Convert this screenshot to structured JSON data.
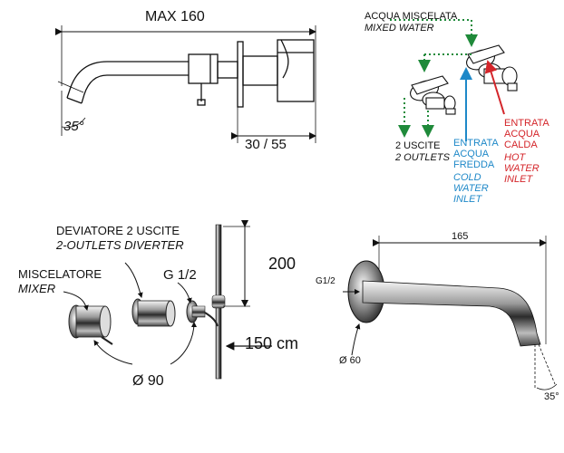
{
  "top_left": {
    "max_dim": "MAX 160",
    "angle": "35°",
    "depth_dim": "30 / 55"
  },
  "top_right": {
    "mixed_water_it": "ACQUA MISCELATA",
    "mixed_water_en": "MIXED WATER",
    "outlets_it": "2 USCITE",
    "outlets_en": "2 OUTLETS",
    "cold_it": [
      "ENTRATA",
      "ACQUA",
      "FREDDA"
    ],
    "cold_en": [
      "COLD",
      "WATER",
      "INLET"
    ],
    "hot_it": [
      "ENTRATA",
      "ACQUA",
      "CALDA"
    ],
    "hot_en": [
      "HOT",
      "WATER",
      "INLET"
    ]
  },
  "bottom_left": {
    "diverter_it": "DEVIATORE 2 USCITE",
    "diverter_en": "2-OUTLETS  DIVERTER",
    "mixer_it": "MISCELATORE",
    "mixer_en": "MIXER",
    "thread": "G 1/2",
    "diameter": "Ø 90",
    "hose_height": "200",
    "hose_length": "150 cm"
  },
  "bottom_right": {
    "length": "165",
    "thread": "G1/2",
    "diameter": "Ø 60",
    "angle": "35°"
  },
  "colors": {
    "mixed": "#1f8a3a",
    "cold": "#1e88c8",
    "hot": "#d4252a"
  }
}
